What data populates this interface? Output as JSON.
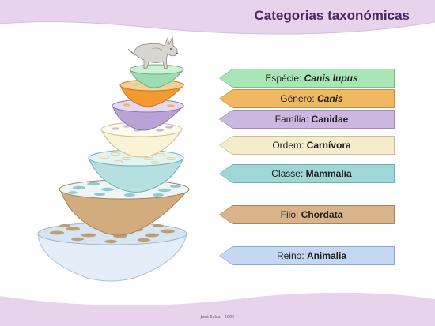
{
  "title": "Categorias taxonómicas",
  "footer": "José Salsa - 2005",
  "levels": [
    {
      "rank": "Espécie: ",
      "taxon": "Canis lupus",
      "italic": true,
      "fill": "#a8e6b8",
      "border": "#7cbf8c"
    },
    {
      "rank": "Género: ",
      "taxon": "Canis",
      "italic": true,
      "fill": "#f0b860",
      "border": "#c98f3c"
    },
    {
      "rank": "Família: ",
      "taxon": "Canidae",
      "italic": false,
      "fill": "#cbb8e0",
      "border": "#a08ab9"
    },
    {
      "rank": "Ordem: ",
      "taxon": "Carnívora",
      "italic": false,
      "fill": "#f4eccb",
      "border": "#c9bf95"
    },
    {
      "rank": "Classe: ",
      "taxon": "Mammalia",
      "italic": false,
      "fill": "#9fd6d6",
      "border": "#6fb0b0"
    },
    {
      "rank": "Filo: ",
      "taxon": "Chordata",
      "italic": false,
      "fill": "#d9b48a",
      "border": "#a9845c"
    },
    {
      "rank": "Reino: ",
      "taxon": "Animalia",
      "italic": false,
      "fill": "#c4d8f4",
      "border": "#8ea9cf"
    }
  ],
  "colors": {
    "band": "#e8d3ec",
    "title": "#4a2566"
  },
  "icons": {
    "animal": "wolf-icon"
  }
}
